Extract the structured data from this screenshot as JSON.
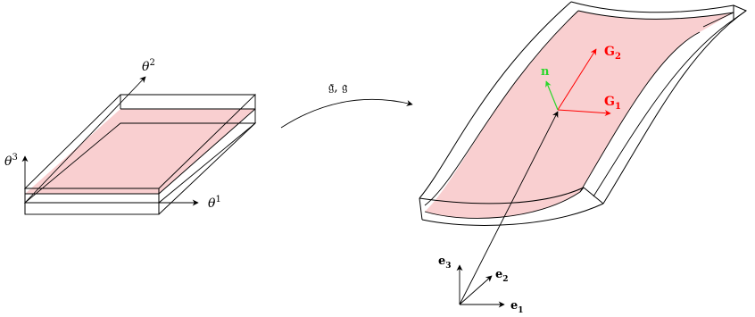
{
  "colors": {
    "midsurface_fill": "#f9cfd0",
    "outline": "#000000",
    "base_vectors": "#ff0000",
    "normal_vector": "#2bd62b"
  },
  "reference_plate": {
    "axis_theta1": {
      "symbol": "θ",
      "index": "1"
    },
    "axis_theta2": {
      "symbol": "θ",
      "index": "2"
    },
    "axis_theta3": {
      "symbol": "θ",
      "index": "3"
    }
  },
  "mapping": {
    "label": "𝔤̄, 𝔤"
  },
  "shell": {
    "vector_G1": {
      "symbol": "G",
      "index": "1"
    },
    "vector_G2": {
      "symbol": "G",
      "index": "2"
    },
    "vector_n": {
      "symbol": "n"
    }
  },
  "global_frame": {
    "e1": {
      "symbol": "e",
      "index": "1"
    },
    "e2": {
      "symbol": "e",
      "index": "2"
    },
    "e3": {
      "symbol": "e",
      "index": "3"
    }
  }
}
